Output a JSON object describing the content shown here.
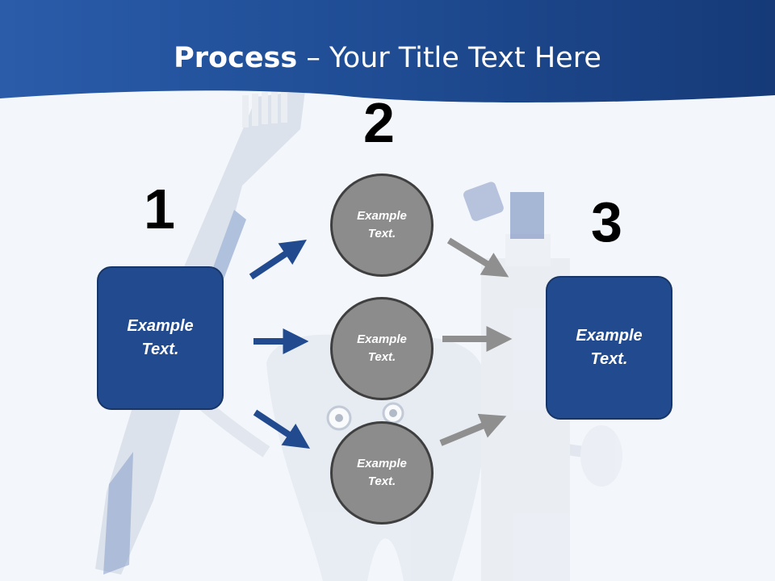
{
  "title": {
    "bold": "Process",
    "rest": " – Your Title Text Here"
  },
  "steps": {
    "one": "1",
    "two": "2",
    "three": "3"
  },
  "left_box": {
    "text": "Example\nText."
  },
  "right_box": {
    "text": "Example\nText."
  },
  "circles": [
    {
      "text": "Example\nText."
    },
    {
      "text": "Example\nText."
    },
    {
      "text": "Example\nText."
    }
  ],
  "colors": {
    "header": "#2a57a0",
    "box": "#224b8f",
    "arrow_blue": "#224b8f",
    "arrow_gray": "#8f8f8f",
    "circle": "#8c8c8c"
  },
  "icons": [
    "toothbrush-image",
    "tooth-character-image",
    "toothpaste-tube-image"
  ]
}
